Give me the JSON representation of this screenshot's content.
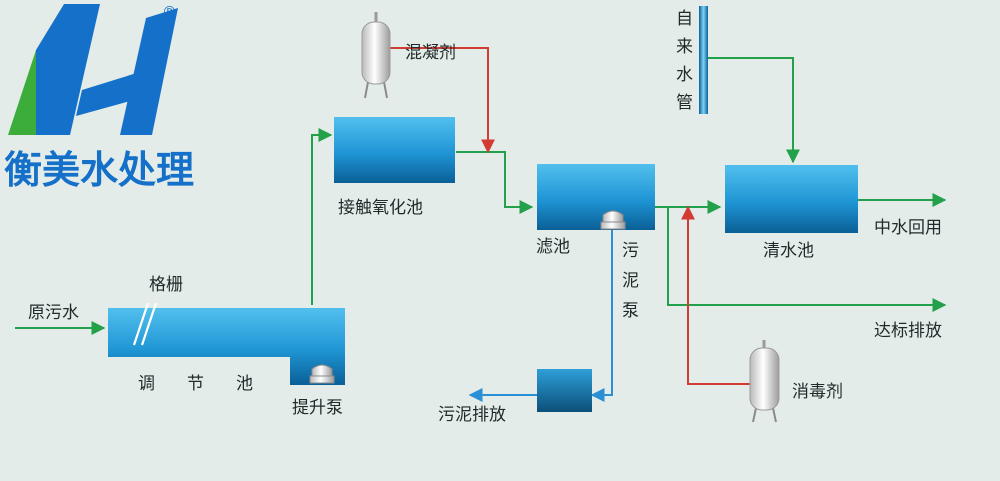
{
  "logo": {
    "brand_name": "衡美水处理",
    "registered_mark": "®"
  },
  "labels": {
    "raw_sewage": "原污水",
    "grille": "格栅",
    "regulating_tank": [
      "调",
      "节",
      "池"
    ],
    "lift_pump": "提升泵",
    "contact_oxidation_tank": "接触氧化池",
    "coagulant": "混凝剂",
    "filter_tank": "滤池",
    "sludge_pump": [
      "污",
      "泥",
      "泵"
    ],
    "sludge_discharge": "污泥排放",
    "tap_water_pipe": [
      "自",
      "来",
      "水",
      "管"
    ],
    "clear_water_tank": "清水池",
    "reclaimed_water": "中水回用",
    "compliant_discharge": "达标排放",
    "disinfectant": "消毒剂"
  },
  "colors": {
    "background": "#e4ece9",
    "water_flow": "#22a14a",
    "chemical_dosing": "#d23a32",
    "sludge_flow": "#2b8fd6",
    "tank_fill": "#2aa3dd",
    "tank_dark": "#0d6aa0",
    "logo_blue": "#1570c9",
    "logo_green": "#3cad3a"
  },
  "icons": {
    "pump": "pump-icon",
    "dosing_tank": "dosing-tank-icon"
  }
}
